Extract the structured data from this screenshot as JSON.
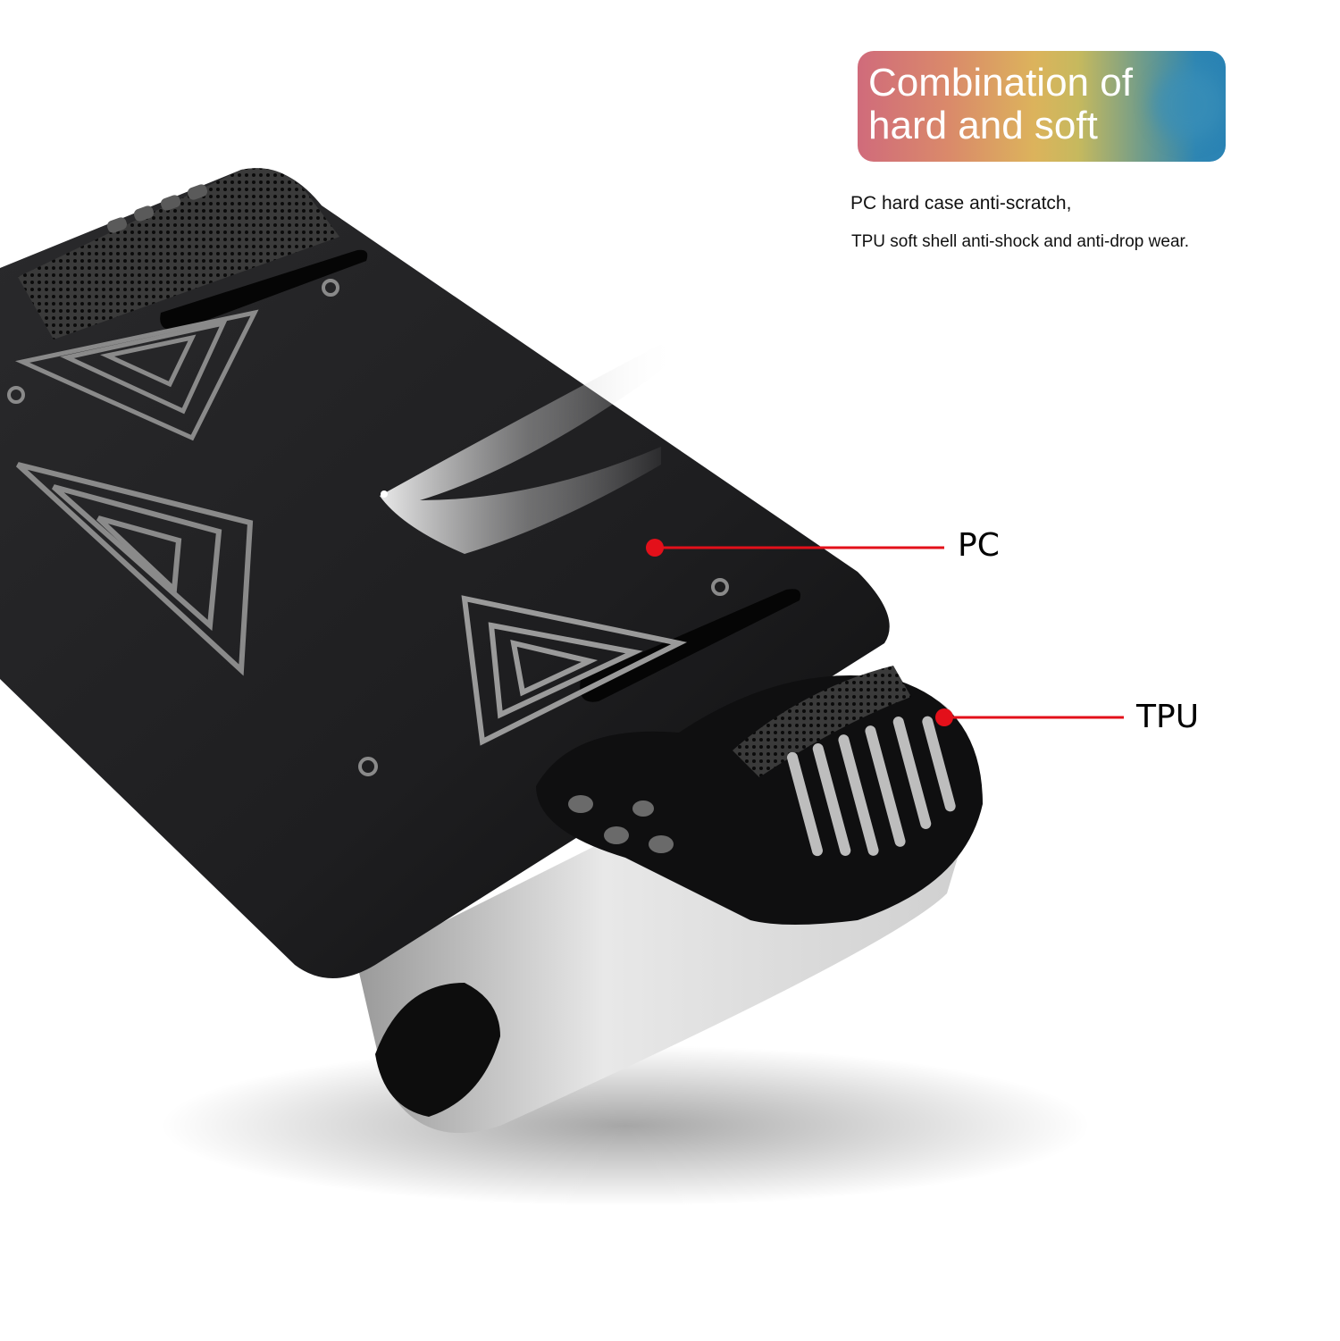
{
  "headline": {
    "text": "Combination of\nhard and soft",
    "gradient_colors": [
      "#d06b7b",
      "#da8a6a",
      "#dcb35c",
      "#6d9b8c",
      "#2a83b4"
    ],
    "text_color": "#ffffff"
  },
  "description": {
    "line1": "PC hard case anti-scratch,",
    "line2": "TPU soft shell anti-shock and anti-drop wear."
  },
  "callouts": [
    {
      "label": "PC",
      "dot_color": "#e3101a",
      "line_color": "#e3101a"
    },
    {
      "label": "TPU",
      "dot_color": "#e3101a",
      "line_color": "#e3101a"
    }
  ],
  "product": {
    "description": "Black handheld console protective case with geometric pattern, PC back plate and TPU grip",
    "case_color": "#1c1c1e",
    "pattern_color": "#8a8a8a",
    "console_color": "#d9d9d9"
  }
}
